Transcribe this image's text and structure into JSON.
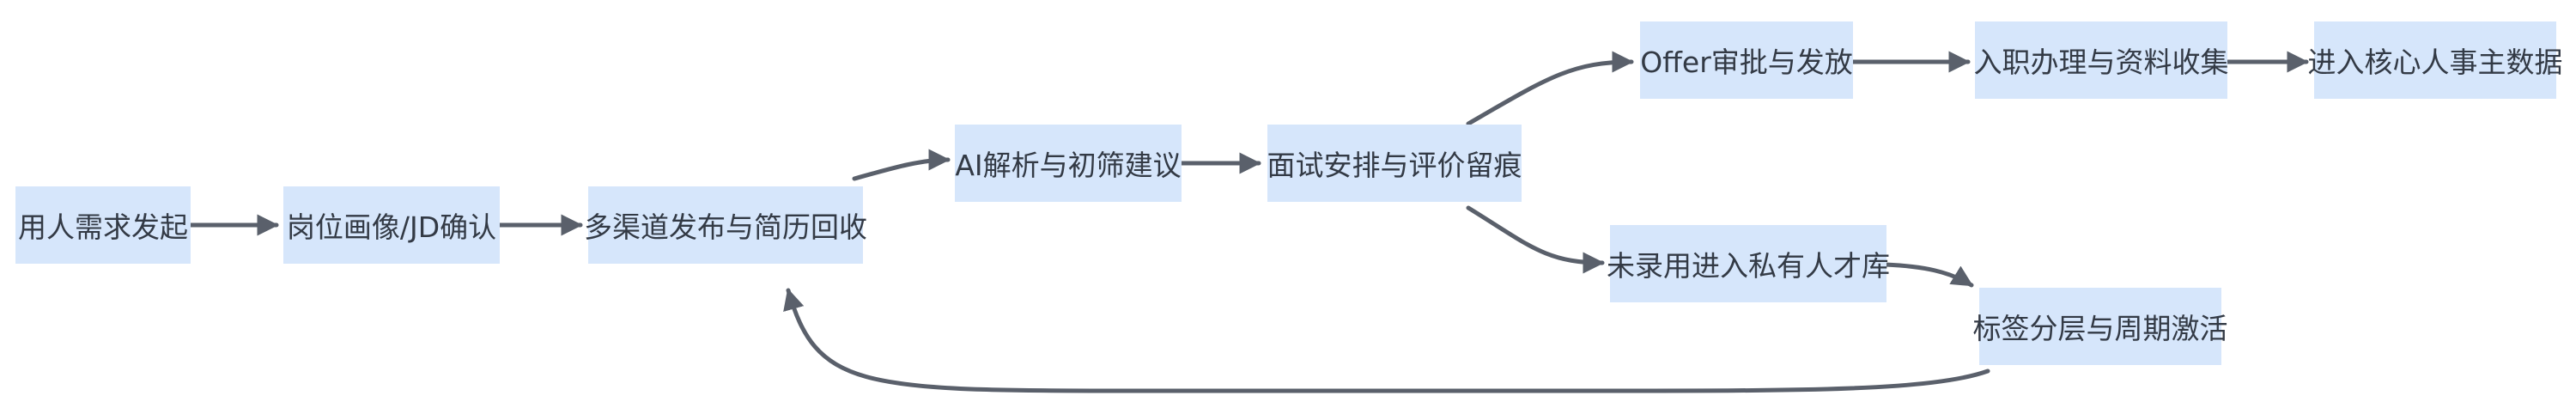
{
  "diagram": {
    "type": "flowchart",
    "nodes": {
      "n1": "用人需求发起",
      "n2": "岗位画像/JD确认",
      "n3": "多渠道发布与简历回收",
      "n4": "AI解析与初筛建议",
      "n5": "面试安排与评价留痕",
      "n6": "Offer审批与发放",
      "n7": "入职办理与资料收集",
      "n8": "进入核心人事主数据",
      "n9": "未录用进入私有人才库",
      "n10": "标签分层与周期激活"
    },
    "edges": [
      {
        "from": "n1",
        "to": "n2"
      },
      {
        "from": "n2",
        "to": "n3"
      },
      {
        "from": "n3",
        "to": "n4"
      },
      {
        "from": "n4",
        "to": "n5"
      },
      {
        "from": "n5",
        "to": "n6"
      },
      {
        "from": "n6",
        "to": "n7"
      },
      {
        "from": "n7",
        "to": "n8"
      },
      {
        "from": "n5",
        "to": "n9"
      },
      {
        "from": "n9",
        "to": "n10"
      },
      {
        "from": "n10",
        "to": "n3"
      }
    ],
    "colors": {
      "node_fill": "#d6e6fb",
      "node_text": "#333a45",
      "edge": "#5a606b"
    }
  }
}
